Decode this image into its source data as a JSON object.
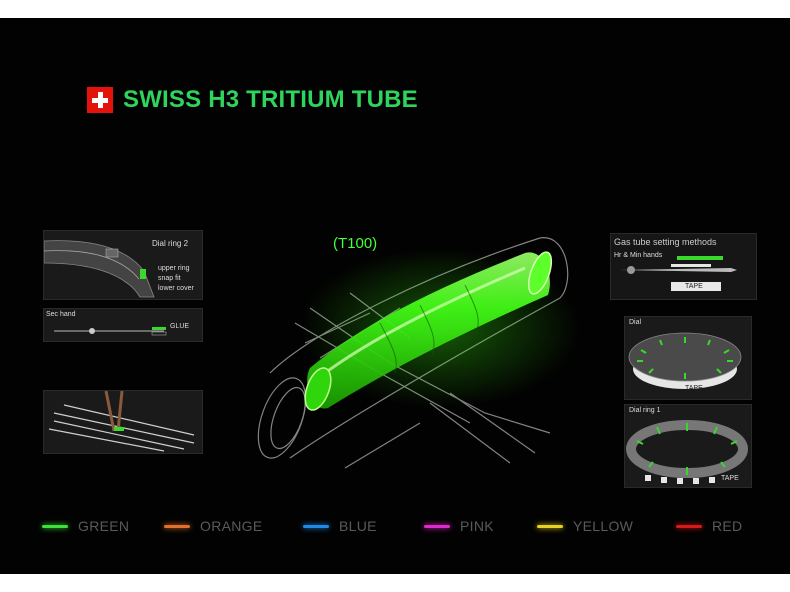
{
  "title": "SWISS H3 TRITIUM TUBE",
  "model": "(T100)",
  "left_panels": {
    "dial_ring": {
      "label": "Dial ring 2",
      "items": [
        "upper ring",
        "snap fit",
        "lower cover"
      ]
    },
    "sec_hand": {
      "label": "Sec hand",
      "glue": "GLUE"
    }
  },
  "right_panels": {
    "title": "Gas tube setting methods",
    "hands_label": "Hr & Min hands",
    "tape_label": "TAPE",
    "dial_label": "Dial",
    "dial_tape": "TAPE",
    "dial_ring_label": "Dial ring 1",
    "ring_tape": "TAPE"
  },
  "legend": [
    {
      "label": "GREEN",
      "color": "#3fe03a"
    },
    {
      "label": "ORANGE",
      "color": "#e0702a"
    },
    {
      "label": "BLUE",
      "color": "#1f8be8"
    },
    {
      "label": "PINK",
      "color": "#e02acb"
    },
    {
      "label": "YELLOW",
      "color": "#e6d21f"
    },
    {
      "label": "RED",
      "color": "#d61919"
    }
  ]
}
